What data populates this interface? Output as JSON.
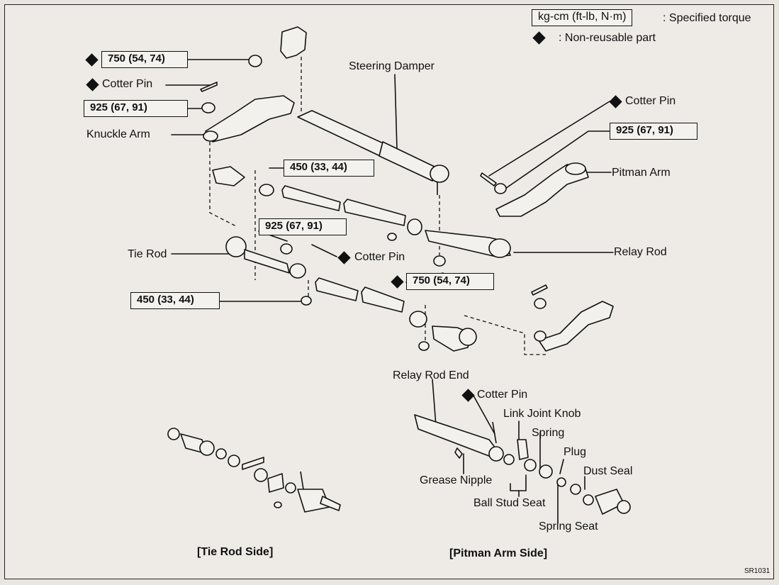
{
  "legend": {
    "torque_unit": "kg-cm (ft-lb, N·m)",
    "torque_desc": ": Specified torque",
    "nonreusable_desc": ":  Non-reusable part"
  },
  "torques": {
    "t1": "750 (54,  74)",
    "t2": "925 (67,  91)",
    "t3": "450 (33,  44)",
    "t4": "925 (67,  91)",
    "t5": "925 (67,  91)",
    "t6": "750 (54,  74)",
    "t7": "450 (33,  44)"
  },
  "labels": {
    "cotter_pin": "Cotter Pin",
    "steering_damper": "Steering Damper",
    "knuckle_arm": "Knuckle Arm",
    "pitman_arm": "Pitman Arm",
    "tie_rod": "Tie Rod",
    "relay_rod": "Relay Rod",
    "relay_rod_end": "Relay Rod End",
    "link_joint_knob": "Link Joint Knob",
    "spring": "Spring",
    "plug": "Plug",
    "dust_seal": "Dust Seal",
    "grease_nipple": "Grease Nipple",
    "ball_stud_seat": "Ball Stud Seat",
    "spring_seat": "Spring Seat"
  },
  "captions": {
    "tie_rod_side": "[Tie Rod Side]",
    "pitman_arm_side": "[Pitman Arm Side]"
  },
  "figure_code": "SR1031"
}
